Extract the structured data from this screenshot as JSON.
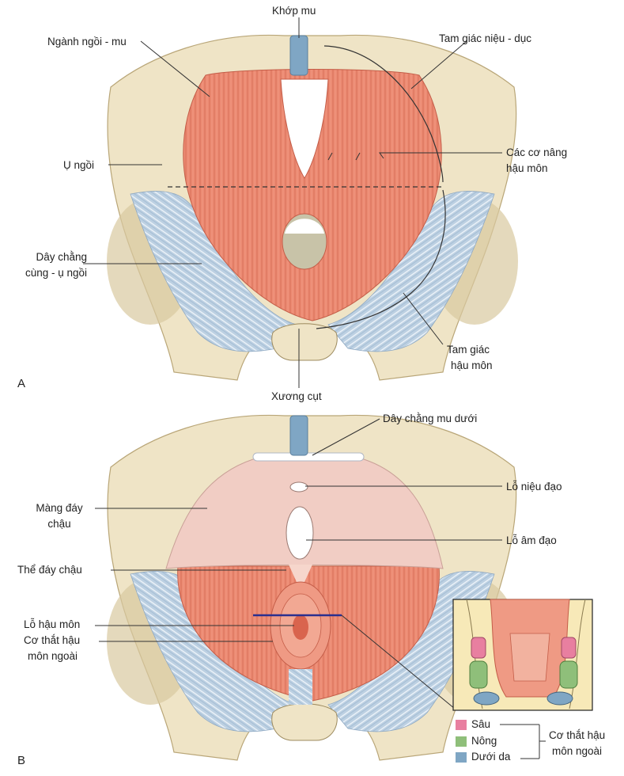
{
  "panel_a": {
    "letter": "A",
    "labels": {
      "pubic_symphysis": "Khớp mu",
      "ischiopubic_ramus": "Ngành ngồi - mu",
      "urogenital_triangle": "Tam giác niệu - dục",
      "ischial_tuberosity": "Ụ ngồi",
      "levator_ani_1": "Các cơ nâng",
      "levator_ani_2": "hậu môn",
      "sacrotuberous_1": "Dây chằng",
      "sacrotuberous_2": "cùng - ụ ngồi",
      "anal_triangle_1": "Tam giác",
      "anal_triangle_2": "hậu môn",
      "coccyx": "Xương cụt"
    }
  },
  "panel_b": {
    "letter": "B",
    "labels": {
      "inferior_pubic_lig": "Dây chằng mu dưới",
      "urethral_orifice": "Lỗ niệu đạo",
      "perineal_membrane_1": "Màng đáy",
      "perineal_membrane_2": "chậu",
      "vaginal_orifice": "Lỗ âm đạo",
      "perineal_body": "Thể đáy chậu",
      "anal_orifice": "Lỗ hậu môn",
      "ext_anal_sphincter_1": "Cơ thắt hậu",
      "ext_anal_sphincter_2": "môn ngoài"
    },
    "legend": {
      "items": [
        {
          "label": "Sâu",
          "color": "#e87fa0"
        },
        {
          "label": "Nông",
          "color": "#8fbf7a"
        },
        {
          "label": "Dưới da",
          "color": "#7fa6c4"
        }
      ],
      "group_label_1": "Cơ thắt hậu",
      "group_label_2": "môn ngoài"
    }
  },
  "colors": {
    "bone": "#efe4c6",
    "bone_shadow": "#d9c9a0",
    "muscle": "#ec8a72",
    "muscle_dark": "#d96f58",
    "ligament": "#b8cde0",
    "membrane": "#f1cdc4",
    "cartilage": "#7fa6c4",
    "leader": "#333333",
    "inset_line": "#2a2f8f"
  }
}
